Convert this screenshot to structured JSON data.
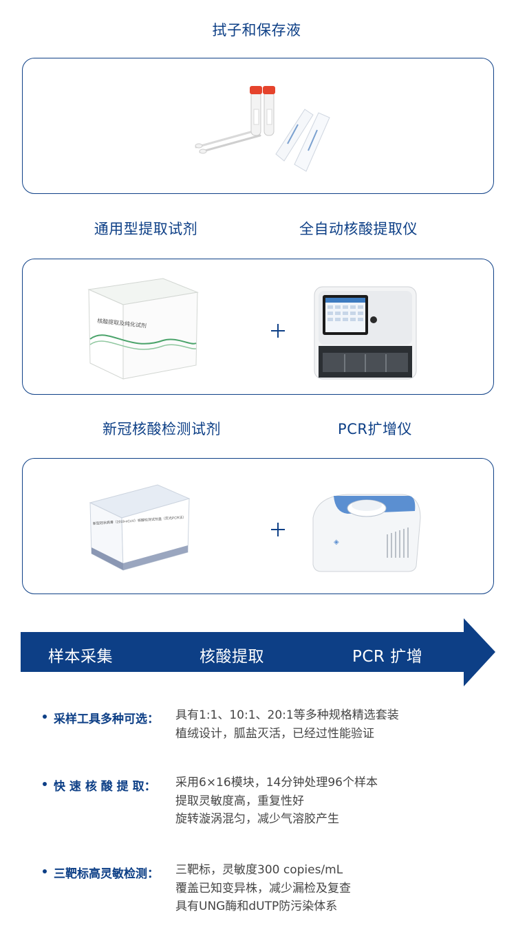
{
  "sections": {
    "swab_title": "拭子和保存液",
    "extraction_reagent_title": "通用型提取试剂",
    "extractor_title": "全自动核酸提取仪",
    "detection_kit_title": "新冠核酸检测试剂",
    "pcr_title": "PCR扩增仪"
  },
  "product_images": {
    "extraction_box_text": "核酸提取及纯化试剂",
    "detection_box_text": "新型冠状病毒（2019-nCoV）核酸检测试剂盒（荧光PCR法）"
  },
  "plus_symbol": "+",
  "process_arrow": {
    "color": "#0d3f86",
    "steps": [
      "样本采集",
      "核酸提取",
      "PCR 扩增"
    ]
  },
  "features": [
    {
      "label": "采样工具多种可选：",
      "lines": [
        "具有1:1、10:1、20:1等多种规格精选套装",
        "植绒设计，胍盐灭活，已经过性能验证"
      ]
    },
    {
      "label": "快 速 核 酸 提  取：",
      "lines": [
        "采用6×16模块，14分钟处理96个样本",
        "提取灵敏度高，重复性好",
        "旋转漩涡混匀，减少气溶胶产生"
      ]
    },
    {
      "label": "三靶标高灵敏检测：",
      "lines": [
        "三靶标，灵敏度300 copies/mL",
        "覆盖已知变异株，减少漏检及复查",
        "具有UNG酶和dUTP防污染体系"
      ]
    }
  ],
  "colors": {
    "accent": "#0d3f86",
    "text": "#444444",
    "swab_cap": "#e5432c"
  }
}
